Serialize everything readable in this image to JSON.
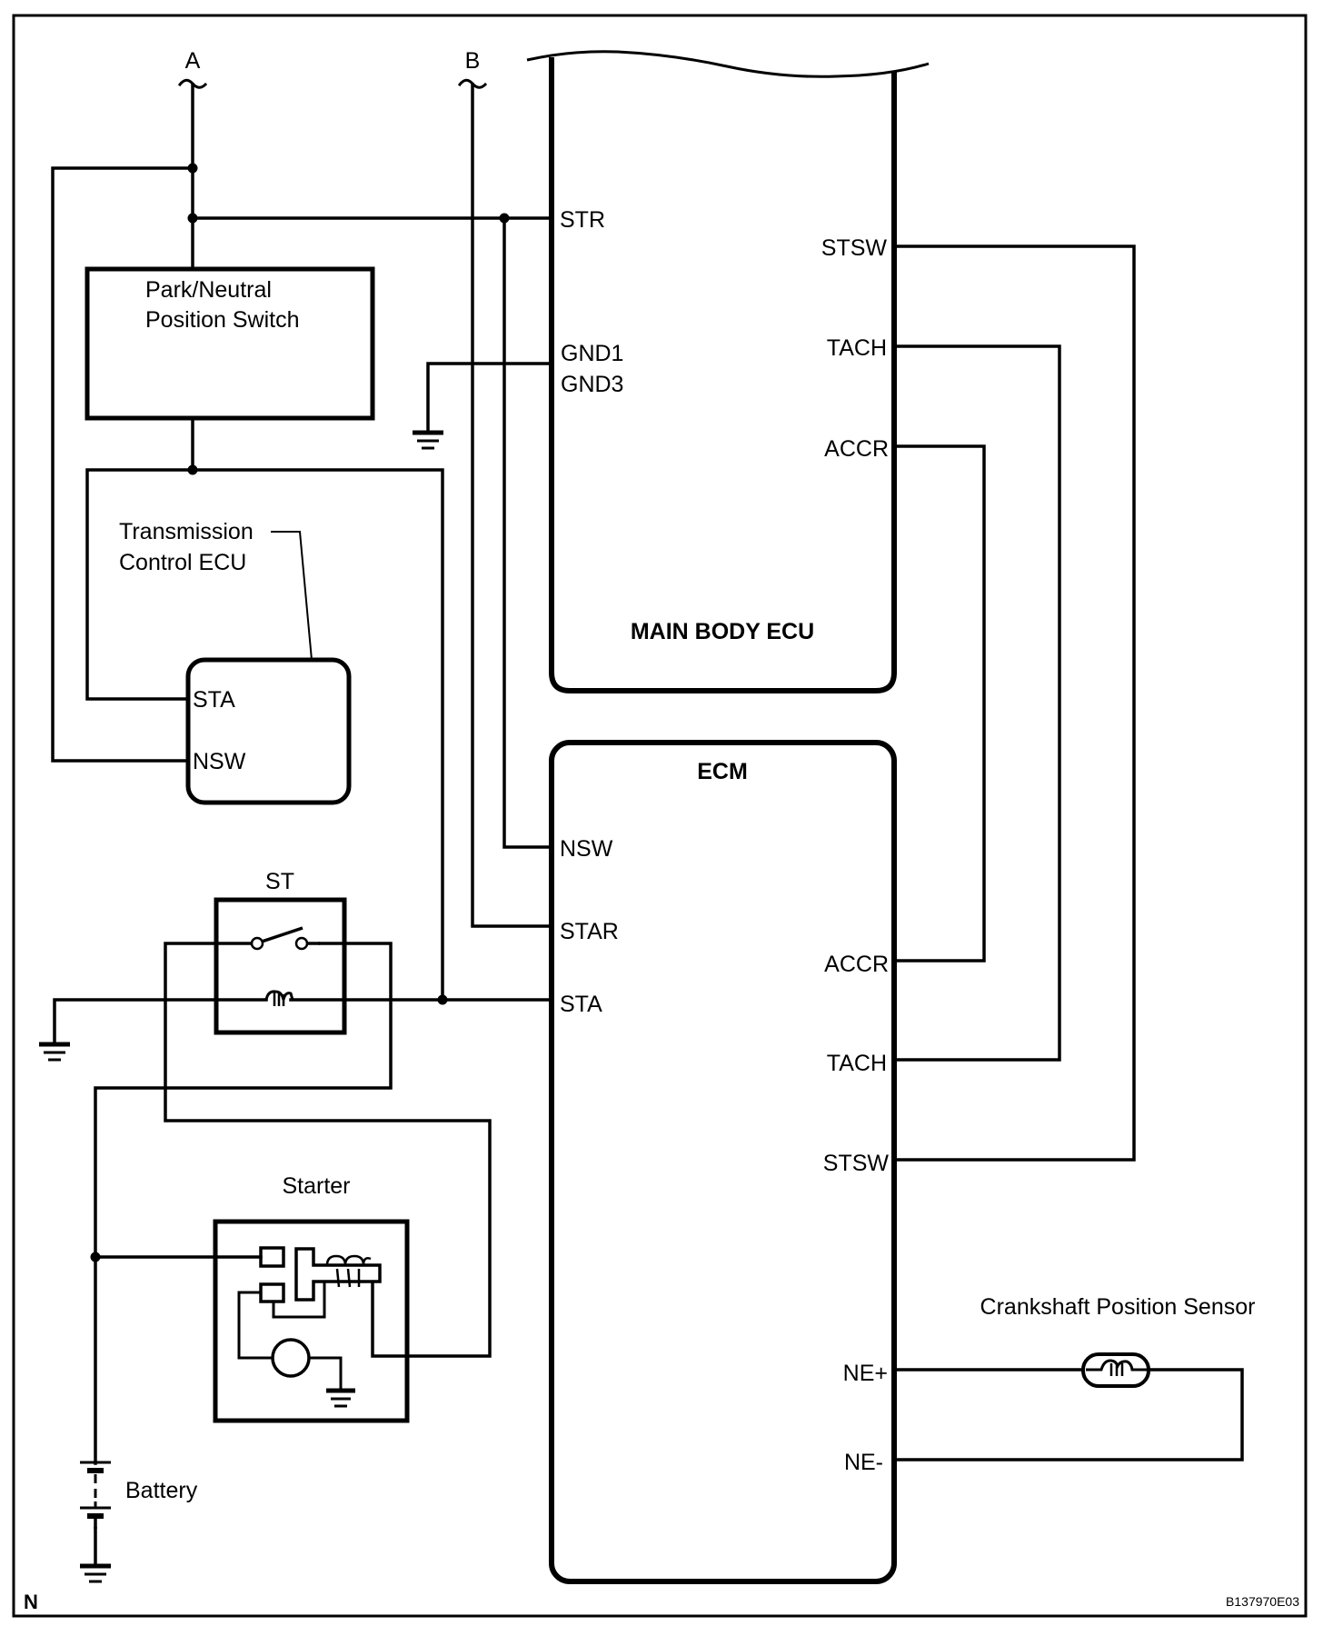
{
  "diagram": {
    "type": "wiring_diagram",
    "figure_id": "B137970E03",
    "corner_mark": "N",
    "connectors": {
      "a": "A",
      "b": "B"
    },
    "components": {
      "park_neutral_switch": {
        "line1": "Park/Neutral",
        "line2": "Position Switch"
      },
      "transmission_ecu": {
        "line1": "Transmission",
        "line2": "Control ECU",
        "pins": {
          "sta": "STA",
          "nsw": "NSW"
        }
      },
      "st_relay": {
        "label": "ST"
      },
      "starter": {
        "label": "Starter"
      },
      "battery": {
        "label": "Battery"
      },
      "main_body_ecu": {
        "label": "MAIN BODY ECU",
        "pins": {
          "str": "STR",
          "gnd1": "GND1",
          "gnd3": "GND3",
          "stsw": "STSW",
          "tach": "TACH",
          "accr": "ACCR"
        }
      },
      "ecm": {
        "label": "ECM",
        "pins": {
          "nsw": "NSW",
          "star": "STAR",
          "sta": "STA",
          "accr": "ACCR",
          "tach": "TACH",
          "stsw": "STSW",
          "ne_plus": "NE+",
          "ne_minus": "NE-"
        }
      },
      "crankshaft_sensor": {
        "label": "Crankshaft Position Sensor"
      }
    },
    "connections": [
      [
        "A",
        "Park/Neutral Position Switch"
      ],
      [
        "A",
        "Transmission Control ECU NSW"
      ],
      [
        "A",
        "MAIN BODY ECU STR"
      ],
      [
        "MAIN BODY ECU STR",
        "ECM NSW"
      ],
      [
        "B",
        "ECM STAR"
      ],
      [
        "MAIN BODY ECU GND1/GND3",
        "Ground"
      ],
      [
        "Park/Neutral Position Switch",
        "Transmission Control ECU STA"
      ],
      [
        "Park/Neutral Position Switch",
        "ECM STA"
      ],
      [
        "ST relay coil",
        "ECM STA"
      ],
      [
        "MAIN BODY ECU STSW",
        "ECM STSW"
      ],
      [
        "MAIN BODY ECU TACH",
        "ECM TACH"
      ],
      [
        "MAIN BODY ECU ACCR",
        "ECM ACCR"
      ],
      [
        "ECM NE+",
        "Crankshaft Position Sensor"
      ],
      [
        "ECM NE-",
        "Crankshaft Position Sensor"
      ],
      [
        "Battery",
        "Starter"
      ],
      [
        "Battery",
        "ST relay switch"
      ],
      [
        "ST relay switch",
        "Starter solenoid"
      ]
    ]
  }
}
